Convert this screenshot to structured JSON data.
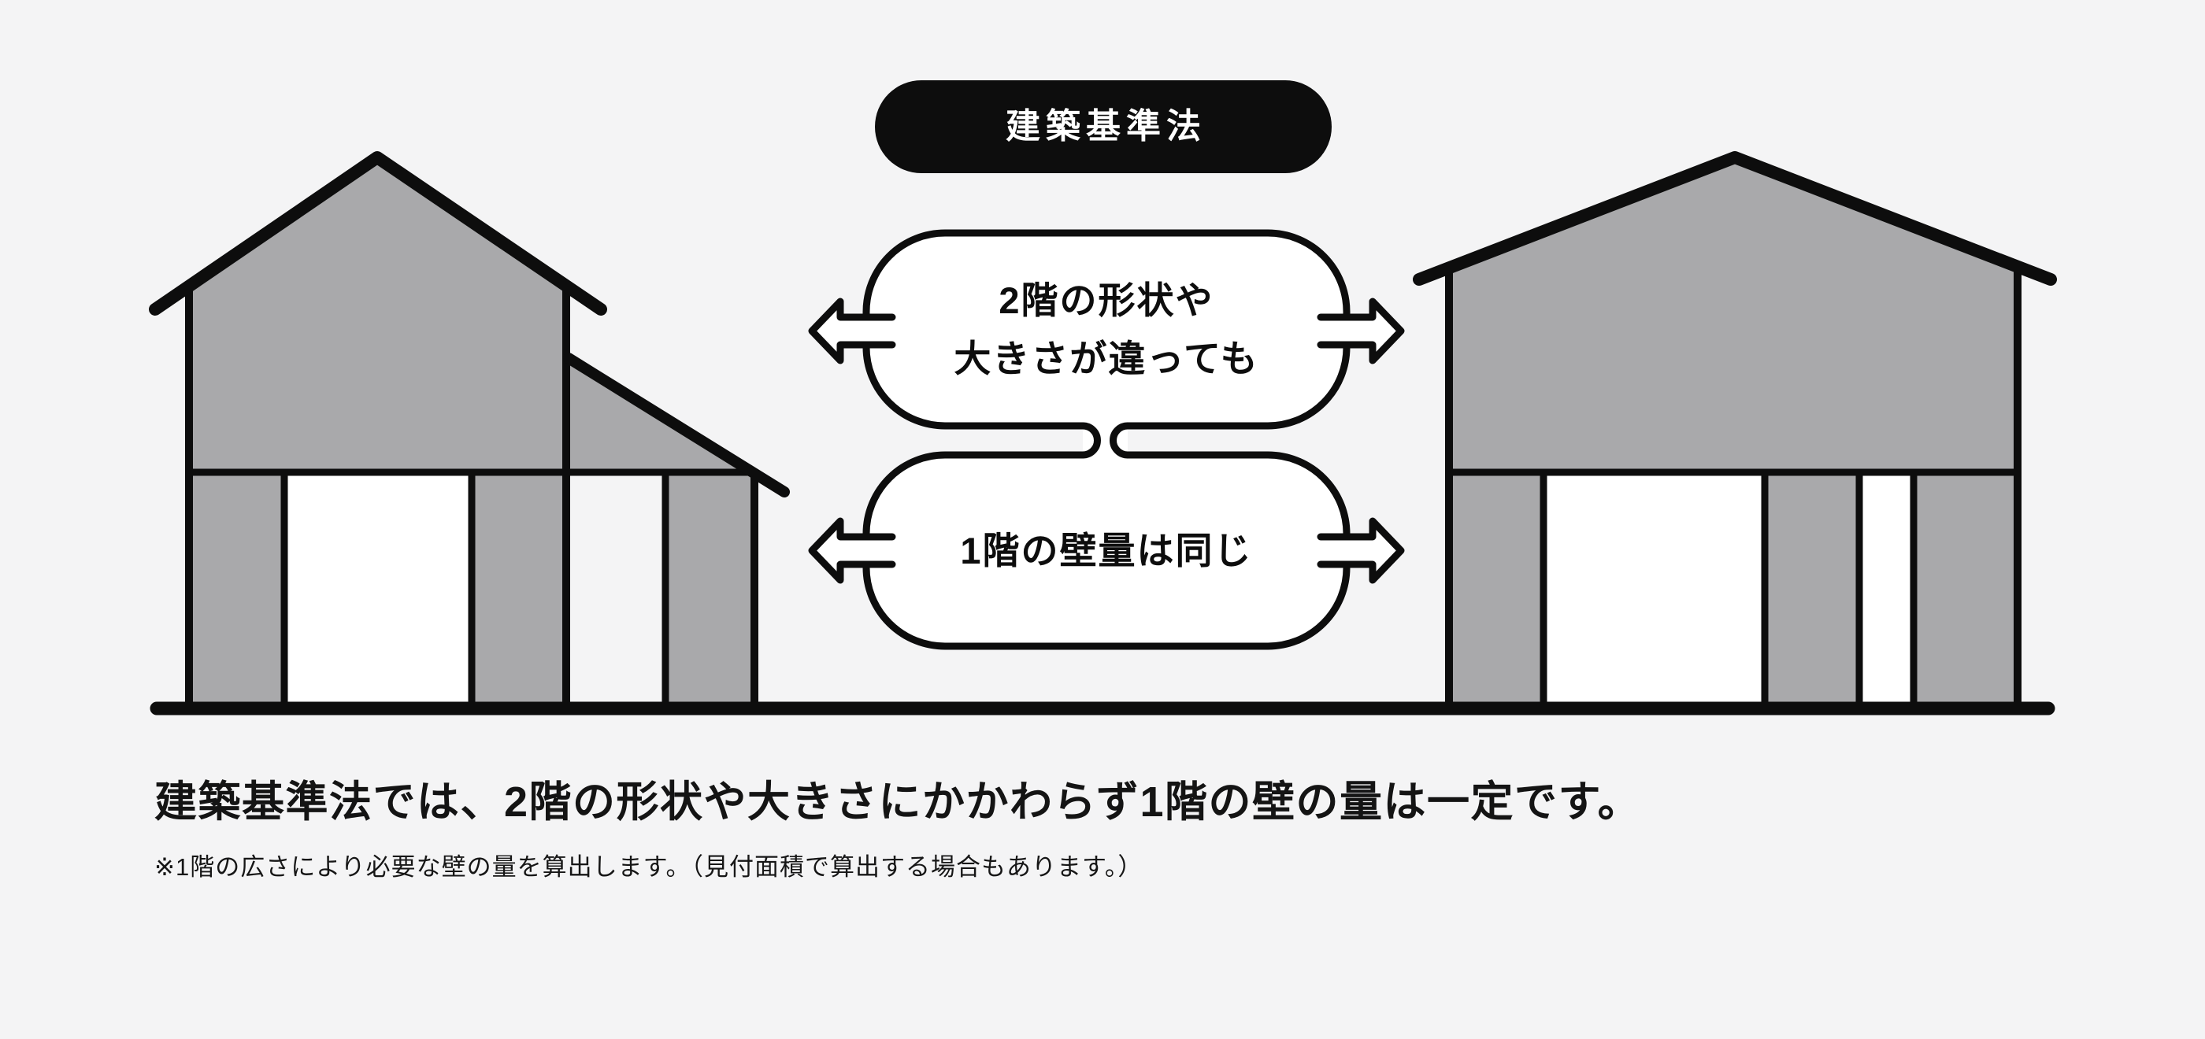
{
  "badge": {
    "label": "建築基準法"
  },
  "bubbles": {
    "first": {
      "line1": "2階の形状や",
      "line2": "大きさが違っても"
    },
    "second": {
      "line1": "1階の壁量は同じ"
    }
  },
  "caption": {
    "heading": "建築基準法では、2階の形状や大きさにかかわらず1階の壁の量は一定です。",
    "note": "※1階の広さにより必要な壁の量を算出します。（見付面積で算出する場合もあります。）"
  },
  "colors": {
    "bg": "#f4f4f5",
    "ink": "#0d0d0d",
    "gray": "#a9a9ab",
    "white": "#ffffff"
  }
}
